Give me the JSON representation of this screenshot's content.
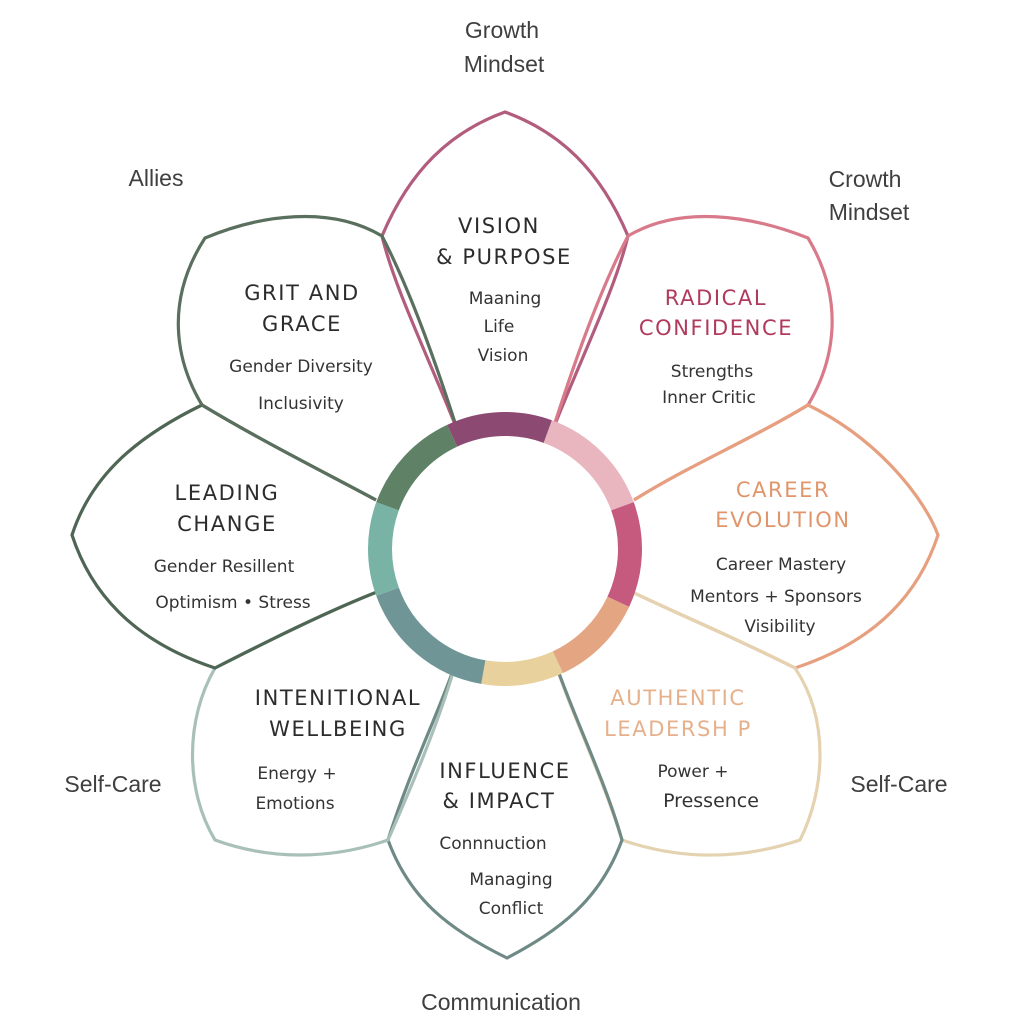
{
  "outer_labels": {
    "growth_mindset": [
      "Growth",
      "Mindset"
    ],
    "crowth_mindset": [
      "Crowth",
      "Mindset"
    ],
    "allies": "Allies",
    "self_care_left": "Self-Care",
    "self_care_right": "Self-Care",
    "communication": "Communication"
  },
  "petals": [
    {
      "id": "vision",
      "title": [
        "VISION",
        "& PURPOSE"
      ],
      "items": [
        "Maaning",
        "Life",
        "Vision"
      ],
      "color": "#c06a86",
      "title_color": "#2c2c2c"
    },
    {
      "id": "radical",
      "title": [
        "RADICAL",
        "CONFIDENCE"
      ],
      "items": [
        "Strengths",
        "Inner Critic"
      ],
      "color": "#d9888f",
      "title_color": "#b03a5b"
    },
    {
      "id": "career",
      "title": [
        "CAREER",
        "EVOLUTION"
      ],
      "items": [
        "Career Mastery",
        "Mentors + Sponsors",
        "Visibility"
      ],
      "color": "#e6a88a",
      "title_color": "#e0956b"
    },
    {
      "id": "authentic",
      "title": [
        "AUTHENTIC",
        "LEADERSH P"
      ],
      "items": [
        "Power +",
        "Pressence"
      ],
      "color": "#ead8b8",
      "title_color": "#e5b08c"
    },
    {
      "id": "influence",
      "title": [
        "INFLUENCE",
        "& IMPACT"
      ],
      "items": [
        "Connnuction",
        "Managing",
        "Conflict"
      ],
      "color": "#6f8a86",
      "title_color": "#2c2c2c"
    },
    {
      "id": "wellbeing",
      "title": [
        "INTENITIONAL",
        "WELLBEING"
      ],
      "items": [
        "Energy +",
        "Emotions"
      ],
      "color": "#a9c2ba",
      "title_color": "#2c2c2c"
    },
    {
      "id": "leading",
      "title": [
        "LEADING",
        "CHANGE"
      ],
      "items": [
        "Gender Resillent",
        "Optimism • Stress"
      ],
      "color": "#4f6655",
      "title_color": "#2c2c2c"
    },
    {
      "id": "grit",
      "title": [
        "GRIT AND",
        "GRACE"
      ],
      "items": [
        "Gender Diversity",
        "Inclusivity"
      ],
      "color": "#5a6f5e",
      "title_color": "#2c2c2c"
    }
  ],
  "ring_segments": [
    {
      "from": -70,
      "to": -20,
      "color": "#e9b6bf"
    },
    {
      "from": -20,
      "to": 25,
      "color": "#c65a7e"
    },
    {
      "from": 25,
      "to": 65,
      "color": "#e4a583"
    },
    {
      "from": 65,
      "to": 100,
      "color": "#e8d19c"
    },
    {
      "from": 100,
      "to": 160,
      "color": "#6f9596"
    },
    {
      "from": 160,
      "to": 200,
      "color": "#79b3a6"
    },
    {
      "from": 200,
      "to": 245,
      "color": "#5f8267"
    },
    {
      "from": 245,
      "to": 290,
      "color": "#8c4a72"
    }
  ]
}
